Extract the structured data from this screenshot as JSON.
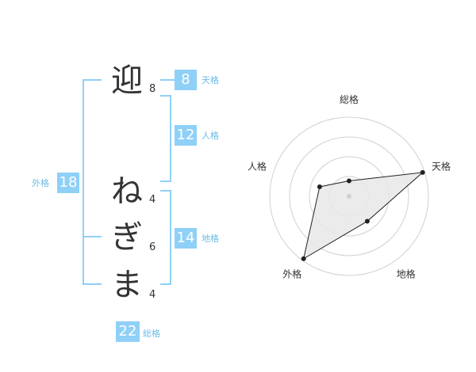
{
  "name_chars": [
    {
      "char": "迎",
      "strokes": "8"
    },
    {
      "char": "ね",
      "strokes": "4"
    },
    {
      "char": "ぎ",
      "strokes": "6"
    },
    {
      "char": "ま",
      "strokes": "4"
    }
  ],
  "fortune": {
    "tenkaku": {
      "value": "8",
      "label": "天格"
    },
    "jinkaku": {
      "value": "12",
      "label": "人格"
    },
    "chikaku": {
      "value": "14",
      "label": "地格"
    },
    "gaikaku": {
      "value": "18",
      "label": "外格"
    },
    "soukaku": {
      "value": "22",
      "label": "総格"
    }
  },
  "colors": {
    "accent": "#8fd0f7",
    "label": "#6cbbe6",
    "text": "#333333"
  },
  "chart_data": {
    "type": "radar",
    "axes": [
      "総格",
      "天格",
      "地格",
      "外格",
      "人格"
    ],
    "values": [
      22,
      8,
      14,
      18,
      12
    ],
    "scale_level": [
      1,
      5,
      2,
      5,
      2
    ],
    "rings": 4
  }
}
